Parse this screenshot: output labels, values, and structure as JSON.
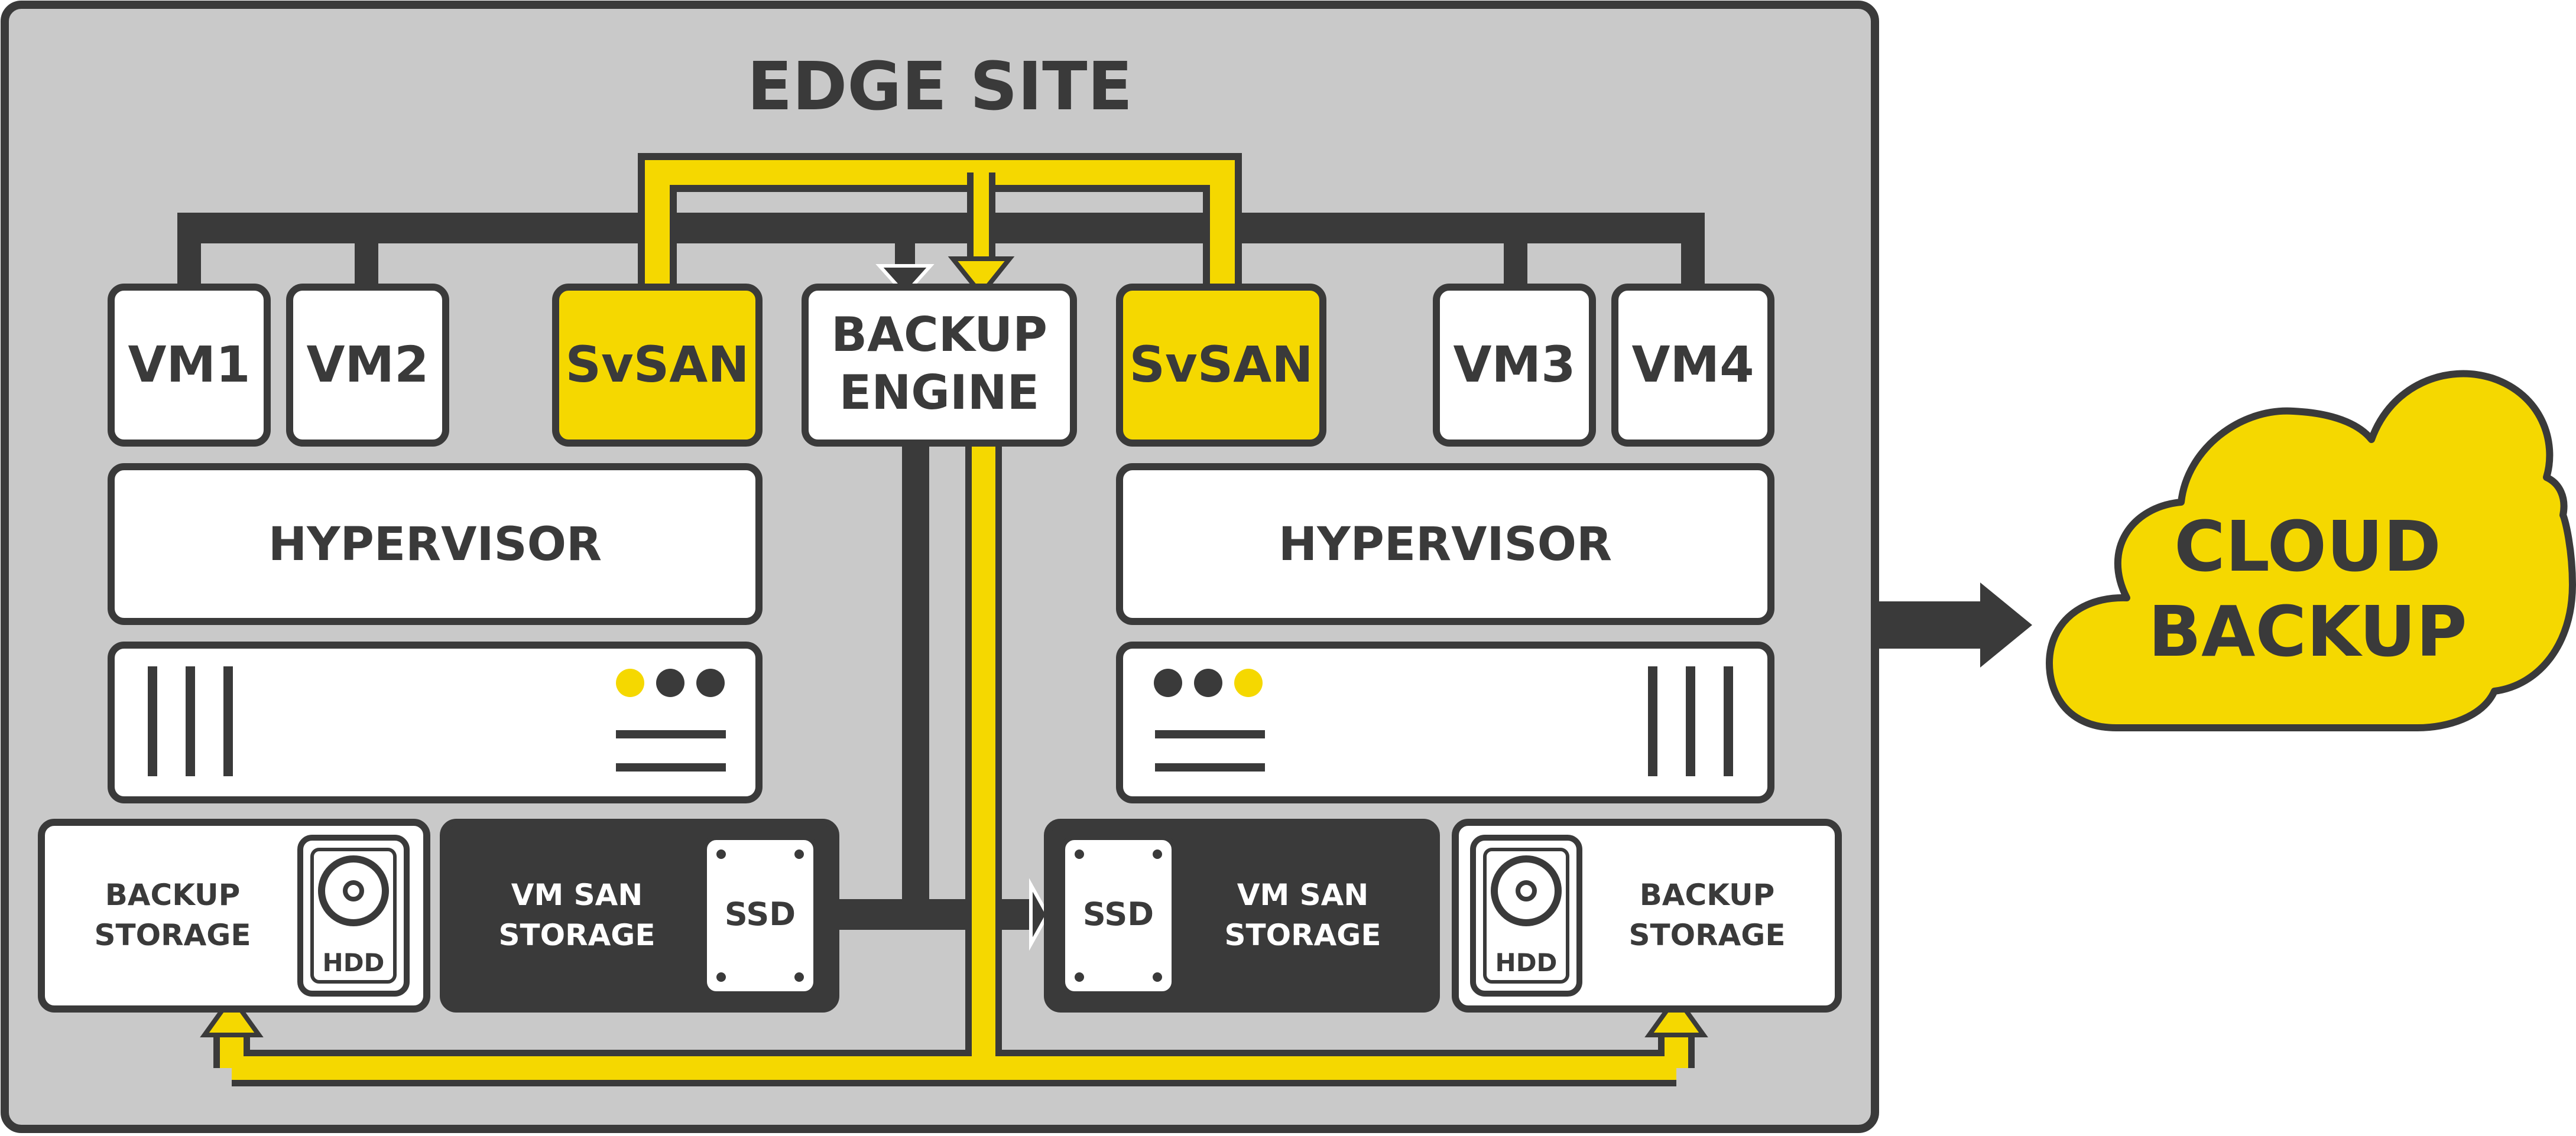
{
  "site": {
    "title": "EDGE SITE"
  },
  "nodes": {
    "vm1": "VM1",
    "vm2": "VM2",
    "svsan_left": "SvSAN",
    "backup_engine_line1": "BACKUP",
    "backup_engine_line2": "ENGINE",
    "svsan_right": "SvSAN",
    "vm3": "VM3",
    "vm4": "VM4"
  },
  "hypervisor": {
    "left": "HYPERVISOR",
    "right": "HYPERVISOR"
  },
  "storage": {
    "left_backup_line1": "BACKUP",
    "left_backup_line2": "STORAGE",
    "left_hdd": "HDD",
    "left_vmsan_line1": "VM SAN",
    "left_vmsan_line2": "STORAGE",
    "left_ssd": "SSD",
    "right_ssd": "SSD",
    "right_vmsan_line1": "VM SAN",
    "right_vmsan_line2": "STORAGE",
    "right_hdd": "HDD",
    "right_backup_line1": "BACKUP",
    "right_backup_line2": "STORAGE"
  },
  "cloud": {
    "line1": "CLOUD",
    "line2": "BACKUP"
  },
  "colors": {
    "accent_yellow": "#f5d800",
    "dark": "#3a3a3a",
    "site_background": "#c9c9c9",
    "box_fill": "#ffffff"
  }
}
